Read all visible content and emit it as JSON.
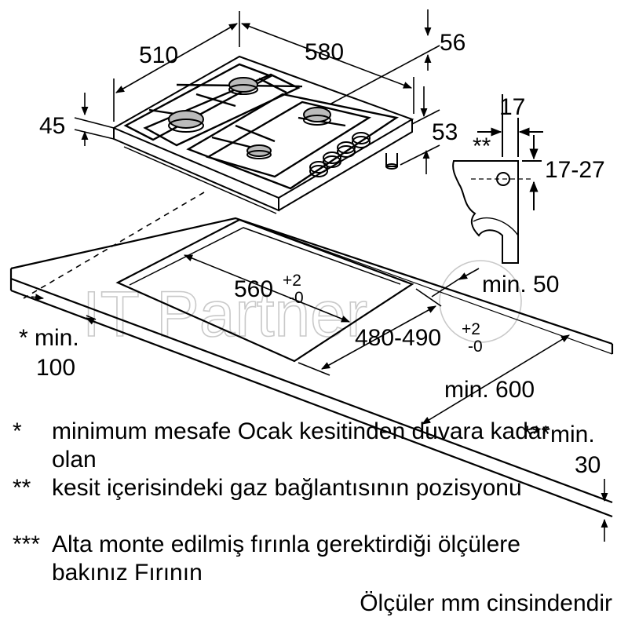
{
  "dimensions": {
    "width_510": "510",
    "depth_580": "580",
    "height_56": "56",
    "height_45": "45",
    "height_53": "53",
    "section_17": "17",
    "section_17_27": "17-27",
    "section_marker": "**",
    "cutout_width": "560",
    "cutout_width_tol_plus": "+2",
    "cutout_width_tol_minus": "-0",
    "cutout_depth": "480-490",
    "cutout_depth_tol_plus": "+2",
    "cutout_depth_tol_minus": "-0",
    "min_50": "min. 50",
    "min_wall_mark": "*",
    "min_wall_label": "min.",
    "min_wall_value": "100",
    "min_600": "min. 600",
    "min_30_mark": "***min.",
    "min_30_value": "30"
  },
  "watermark": "IT Partner",
  "legend": [
    {
      "mark": "*",
      "text": "minimum mesafe Ocak kesitinden duvara kadar olan"
    },
    {
      "mark": "**",
      "text": "kesit içerisindeki gaz bağlantısının pozisyonu"
    },
    {
      "mark": "***",
      "text": "Alta monte edilmiş fırınla gerektirdiği ölçülere bakınız Fırının"
    }
  ],
  "units_note": "Ölçüler mm cinsindendir",
  "colors": {
    "line": "#000000",
    "watermark": "#c9c9c9",
    "background": "#ffffff"
  }
}
